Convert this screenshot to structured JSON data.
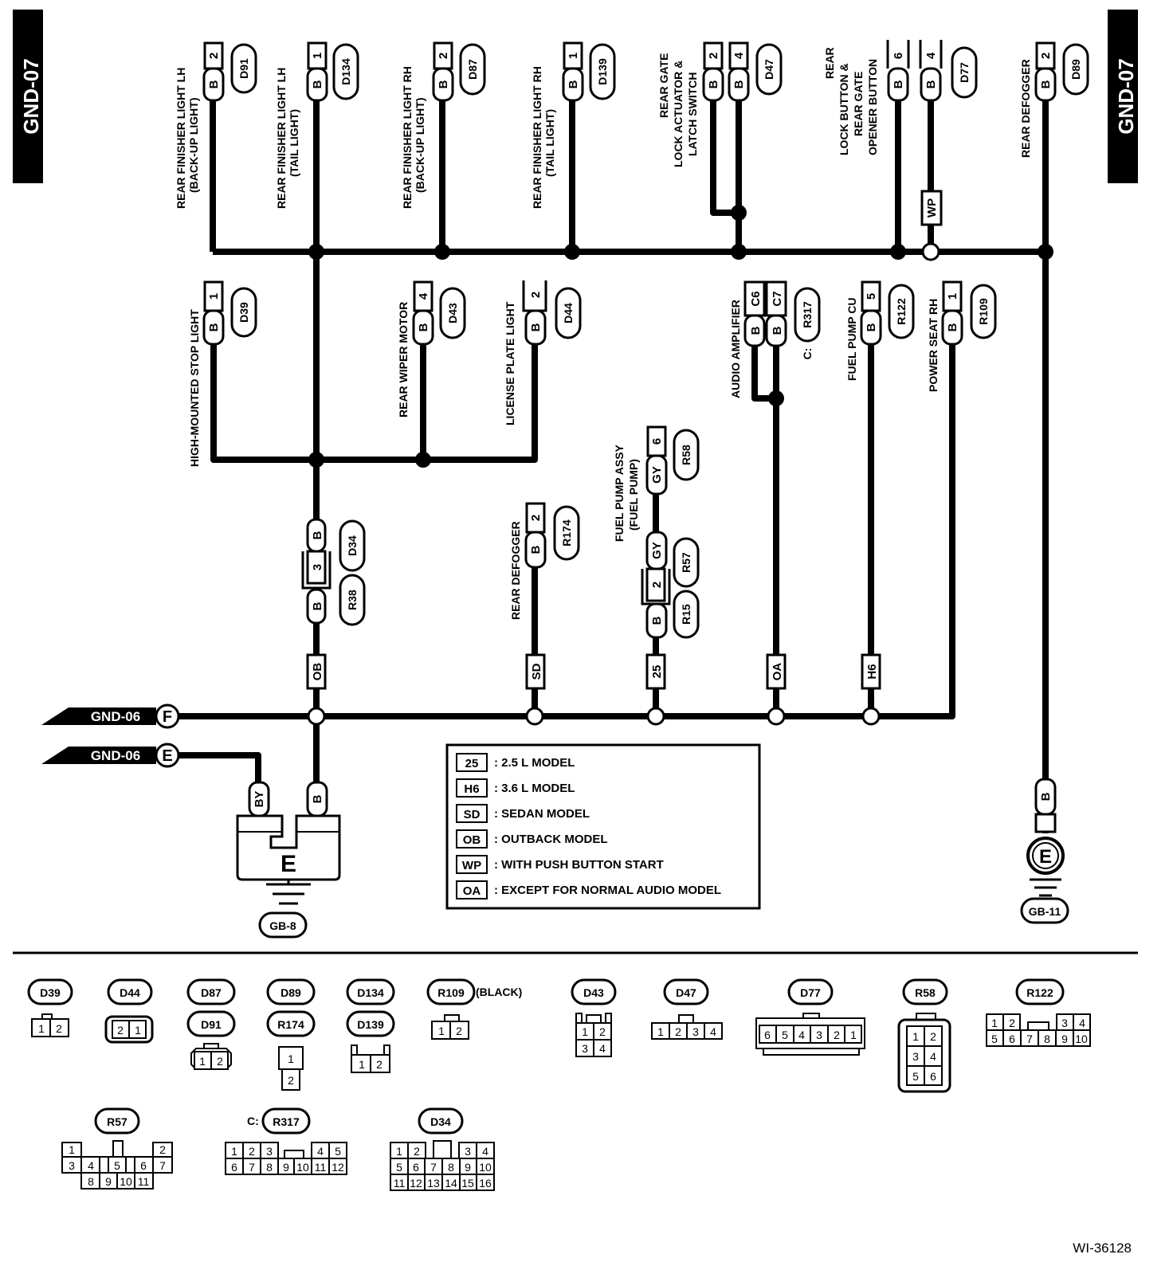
{
  "page": {
    "code_left": "GND-07",
    "code_right": "GND-07",
    "figure_id": "WI-36128"
  },
  "components": {
    "rear_finisher_lh_backup": {
      "name": "REAR FINISHER LIGHT LH\n(BACK-UP LIGHT)",
      "connector": "D91",
      "pin": "2",
      "wire": "B"
    },
    "rear_finisher_lh_tail": {
      "name": "REAR FINISHER LIGHT LH\n(TAIL LIGHT)",
      "connector": "D134",
      "pin": "1",
      "wire": "B"
    },
    "rear_finisher_rh_backup": {
      "name": "REAR FINISHER LIGHT RH\n(BACK-UP LIGHT)",
      "connector": "D87",
      "pin": "2",
      "wire": "B"
    },
    "rear_finisher_rh_tail": {
      "name": "REAR FINISHER LIGHT RH\n(TAIL LIGHT)",
      "connector": "D139",
      "pin": "1",
      "wire": "B"
    },
    "rear_gate_lock": {
      "name": "REAR GATE\nLOCK ACTUATOR &\nLATCH SWITCH",
      "connector": "D47",
      "pins": [
        "2",
        "4"
      ],
      "wire": "B"
    },
    "rear_lock_button": {
      "name": "REAR\nLOCK BUTTON &\nREAR GATE\nOPENER BUTTON",
      "connector": "D77",
      "pins": [
        "6",
        "4"
      ],
      "wire": "B",
      "option": "WP"
    },
    "rear_defogger_d89": {
      "name": "REAR DEFOGGER",
      "connector": "D89",
      "pin": "2",
      "wire": "B"
    },
    "high_mounted_stop": {
      "name": "HIGH-MOUNTED STOP LIGHT",
      "connector": "D39",
      "pin": "1",
      "wire": "B"
    },
    "rear_wiper_motor": {
      "name": "REAR WIPER MOTOR",
      "connector": "D43",
      "pin": "4",
      "wire": "B"
    },
    "license_plate_light": {
      "name": "LICENSE PLATE LIGHT",
      "connector": "D44",
      "pin": "2",
      "wire": "B"
    },
    "audio_amplifier": {
      "name": "AUDIO AMPLIFIER",
      "connector": "R317",
      "prefix": "C:",
      "pins": [
        "C6",
        "C7"
      ],
      "wire": "B",
      "option": "OA"
    },
    "fuel_pump_cu": {
      "name": "FUEL PUMP CU",
      "connector": "R122",
      "pin": "5",
      "wire": "B",
      "option": "H6"
    },
    "power_seat_rh": {
      "name": "POWER SEAT RH",
      "connector": "R109",
      "pin": "1",
      "wire": "B"
    },
    "rear_defogger_r174": {
      "name": "REAR DEFOGGER",
      "connector": "R174",
      "pin": "2",
      "wire": "B",
      "option": "SD"
    },
    "fuel_pump_assy": {
      "name": "FUEL PUMP ASSY\n(FUEL PUMP)",
      "connector": "R58",
      "pin": "6",
      "wire": "GY",
      "joint_connector": "R57",
      "joint_connector2": "R15",
      "joint_pin": "2",
      "wire2": "B",
      "option": "25"
    },
    "d34_r38": {
      "connector": "D34",
      "connector2": "R38",
      "pin": "3",
      "wire": "B",
      "option": "OB"
    }
  },
  "refs": {
    "gnd_f": {
      "label": "GND-06",
      "letter": "F"
    },
    "gnd_e": {
      "label": "GND-06",
      "letter": "E"
    }
  },
  "grounds": {
    "gb8": {
      "letter": "E",
      "name": "GB-8",
      "wire_left": "BY",
      "wire_right": "B"
    },
    "gb11": {
      "letter": "E",
      "name": "GB-11",
      "wire": "B"
    }
  },
  "legend": [
    {
      "code": "25",
      "text": ": 2.5 L MODEL"
    },
    {
      "code": "H6",
      "text": ": 3.6 L MODEL"
    },
    {
      "code": "SD",
      "text": ": SEDAN MODEL"
    },
    {
      "code": "OB",
      "text": ": OUTBACK MODEL"
    },
    {
      "code": "WP",
      "text": ": WITH PUSH BUTTON START"
    },
    {
      "code": "OA",
      "text": ": EXCEPT FOR NORMAL AUDIO MODEL"
    }
  ],
  "connector_views": {
    "d39": "D39",
    "d44": "D44",
    "d87": "D87",
    "d91": "D91",
    "d89": "D89",
    "r174": "R174",
    "d134": "D134",
    "d139": "D139",
    "r109": "R109",
    "r109_note": "(BLACK)",
    "d43": "D43",
    "d47": "D47",
    "d77": "D77",
    "r58": "R58",
    "r122": "R122",
    "r57": "R57",
    "r317_prefix": "C:",
    "r317": "R317",
    "d34": "D34"
  }
}
